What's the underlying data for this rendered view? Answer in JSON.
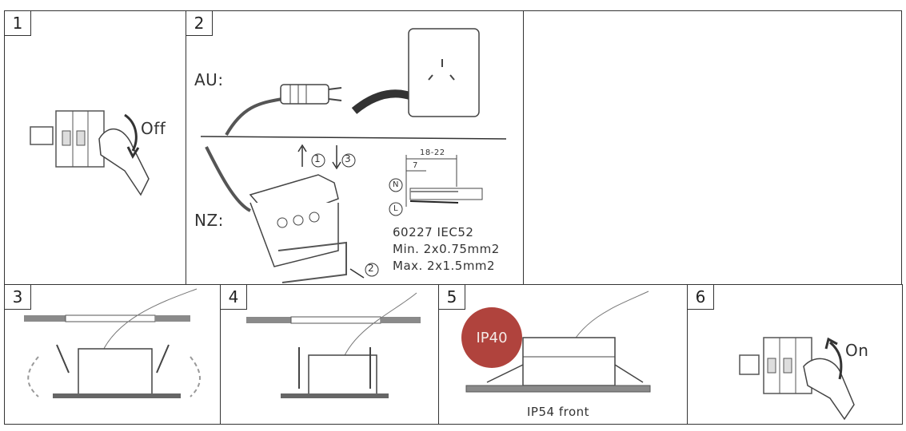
{
  "panels": {
    "p1": {
      "num": "1",
      "action_label": "Off"
    },
    "p2": {
      "num": "2",
      "region_au": "AU:",
      "region_nz": "NZ:",
      "step_up": "1",
      "step_down": "3",
      "step_in": "2",
      "dim_outer": "18-22",
      "dim_inner": "7",
      "wire_n": "N",
      "wire_l": "L",
      "cable_spec": "60227 IEC52",
      "min_spec": "Min.  2x0.75mm2",
      "max_spec": "Max.  2x1.5mm2"
    },
    "p3": {
      "num": "3"
    },
    "p4": {
      "num": "4"
    },
    "p5": {
      "num": "5",
      "badge": "IP40",
      "caption": "IP54 front"
    },
    "p6": {
      "num": "6",
      "action_label": "On"
    }
  },
  "colors": {
    "badge": "#b0433d",
    "ceiling_grey": "#8a8a8a",
    "ceiling_red": "#c08a82"
  }
}
